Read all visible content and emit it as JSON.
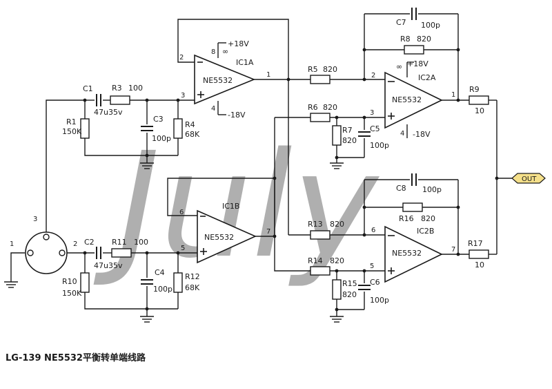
{
  "caption": "LG-139 NE5532平衡转单端线路",
  "watermark": "July",
  "output_label": "OUT",
  "opamps": {
    "ic1a": {
      "name": "IC1A",
      "part": "NE5532",
      "vplus": "+18V",
      "vminus": "-18V",
      "pin_inv": "2",
      "pin_noninv": "3",
      "pin_out": "1",
      "pin_vcc": "8",
      "pin_vee": "4",
      "inf": "∞"
    },
    "ic1b": {
      "name": "IC1B",
      "part": "NE5532",
      "pin_inv": "6",
      "pin_noninv": "5",
      "pin_out": "7"
    },
    "ic2a": {
      "name": "IC2A",
      "part": "NE5532",
      "vplus": "+18V",
      "vminus": "-18V",
      "pin_inv": "2",
      "pin_noninv": "3",
      "pin_out": "1",
      "pin_vee": "4",
      "inf": "∞"
    },
    "ic2b": {
      "name": "IC2B",
      "part": "NE5532",
      "pin_inv": "6",
      "pin_noninv": "5",
      "pin_out": "7"
    }
  },
  "parts": {
    "c1": {
      "ref": "C1",
      "value": "47u35v"
    },
    "r3": {
      "ref": "R3",
      "value": "100"
    },
    "r1": {
      "ref": "R1",
      "value": "150K"
    },
    "c3": {
      "ref": "C3",
      "value": "100p"
    },
    "r4": {
      "ref": "R4",
      "value": "68K"
    },
    "c2": {
      "ref": "C2",
      "value": "47u35v"
    },
    "r11": {
      "ref": "R11",
      "value": "100"
    },
    "r10": {
      "ref": "R10",
      "value": "150K"
    },
    "c4": {
      "ref": "C4",
      "value": "100p"
    },
    "r12": {
      "ref": "R12",
      "value": "68K"
    },
    "r5": {
      "ref": "R5",
      "value": "820"
    },
    "r6": {
      "ref": "R6",
      "value": "820"
    },
    "r7": {
      "ref": "R7",
      "value": "820"
    },
    "c5": {
      "ref": "C5",
      "value": "100p"
    },
    "c7": {
      "ref": "C7",
      "value": "100p"
    },
    "r8": {
      "ref": "R8",
      "value": "820"
    },
    "r9": {
      "ref": "R9",
      "value": "10"
    },
    "c8": {
      "ref": "C8",
      "value": "100p"
    },
    "r16": {
      "ref": "R16",
      "value": "820"
    },
    "r13": {
      "ref": "R13",
      "value": "820"
    },
    "r14": {
      "ref": "R14",
      "value": "820"
    },
    "r15": {
      "ref": "R15",
      "value": "820"
    },
    "c6": {
      "ref": "C6",
      "value": "100p"
    },
    "r17": {
      "ref": "R17",
      "value": "10"
    }
  },
  "connector": {
    "pin1": "1",
    "pin2": "2",
    "pin3": "3"
  }
}
